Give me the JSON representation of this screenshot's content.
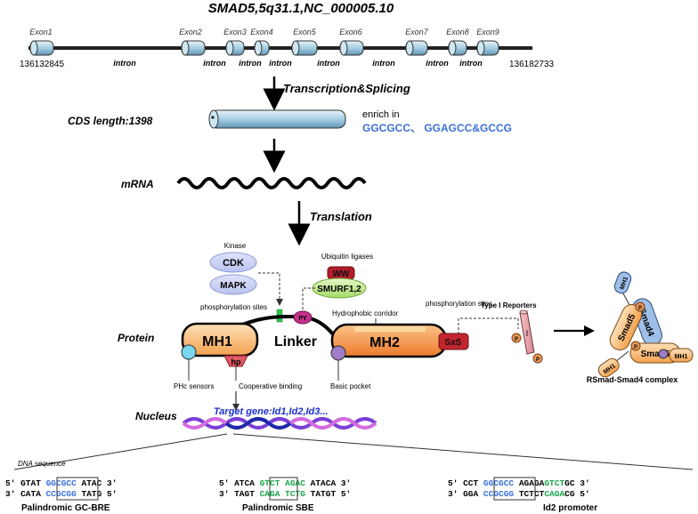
{
  "title": "SMAD5,5q31.1,NC_000005.10",
  "gene": {
    "start": "136132845",
    "end": "136182733",
    "exons": [
      "Exon1",
      "Exon2",
      "Exon3",
      "Exon4",
      "Exon5",
      "Exon6",
      "Exon7",
      "Exon8",
      "Exon9"
    ],
    "intron_label": "intron"
  },
  "steps": {
    "transcription": "Transcription&Splicing",
    "translation": "Translation"
  },
  "cds": {
    "label": "CDS length:1398",
    "enrich_label": "enrich in",
    "enrich_motifs": "GGCGCC、 GGAGCC&GCCG"
  },
  "mrna_label": "mRNA",
  "protein": {
    "label": "Protein",
    "kinase_label": "Kinase",
    "cdk": "CDK",
    "mapk": "MAPK",
    "ubiquitin_label": "Ubiquitin ligases",
    "ww": "WW",
    "smurf": "SMURF1,2",
    "phos_sites_left": "phosphorylation sites",
    "phos_sites_right": "phosphorylation sites",
    "py": "PY",
    "mh1": "MH1",
    "linker": "Linker",
    "mh2": "MH2",
    "sxs": "SxS",
    "hp": "hp",
    "hydrophobic": "Hydrophobic corridor",
    "phc": "PHc sensors",
    "coop": "Cooperative binding",
    "basic": "Basic pocket",
    "reporters": "Type I Reporters",
    "p": "P",
    "i": "I"
  },
  "complex": {
    "label": "RSmad-Smad4 complex",
    "smad5": "Smad5",
    "smad4": "Smad4",
    "mh1": "MH1",
    "p": "P"
  },
  "nucleus": {
    "label": "Nucleus",
    "target": "Target gene:Id1,Id2,Id3..."
  },
  "dna": {
    "label": "DNA sequence",
    "gc_bre": {
      "name": "Palindromic GC-BRE",
      "top": [
        "5' GTAT ",
        "GGCGCC",
        " ATAC 3'"
      ],
      "bottom": [
        "3' CATA ",
        "CCGCGG",
        " TATG 5'"
      ]
    },
    "sbe": {
      "name": "Palindromic SBE",
      "top": [
        "5' ATCA ",
        "GTCT",
        " AGAC",
        " ATACA 3'"
      ],
      "bottom": [
        "3' TAGT ",
        "CAGA",
        " TCTG",
        " TATGT 5'"
      ]
    },
    "id2": {
      "name": "Id2 promoter",
      "top": [
        "5' CCT ",
        "GGCGCC",
        " AGAGA",
        "GTCT",
        "GC 3'"
      ],
      "bottom": [
        "3' GGA ",
        "CCGCGG",
        " TCTCT",
        "CAGA",
        "CG 5'"
      ]
    }
  },
  "colors": {
    "blue_text": "#3a6fd8",
    "green_text": "#1aa34a",
    "target_blue": "#1a2fd0",
    "mh_orange": "#f7b36a",
    "mh2_orange": "#f08a3a",
    "red": "#d42030",
    "smad4_blue": "#9ec0e8"
  }
}
